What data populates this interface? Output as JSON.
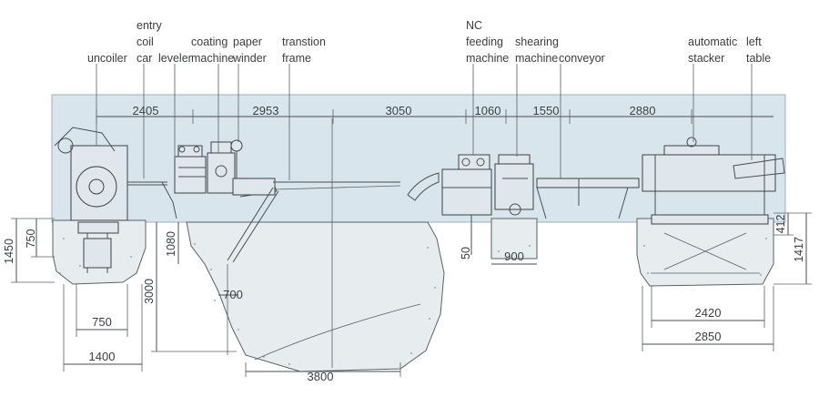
{
  "colors": {
    "background": "#ffffff",
    "band": "#d9e5ec",
    "line": "#4a4f55",
    "text": "#3a3f44"
  },
  "labels": {
    "uncoiler": "uncoiler",
    "entry_coil_car": [
      "entry",
      "coil",
      "car"
    ],
    "leveler": "leveler",
    "coating_machine": [
      "coating",
      "machine"
    ],
    "paper_winder": [
      "paper",
      "winder"
    ],
    "transition_frame": [
      "transtion",
      "frame"
    ],
    "nc_feeding_machine": [
      "NC",
      "feeding",
      "machine"
    ],
    "shearing_machine": [
      "shearing",
      "machine"
    ],
    "conveyor": "conveyor",
    "automatic_stacker": [
      "automatic",
      "stacker"
    ],
    "left_table": [
      "left",
      "table"
    ]
  },
  "dimensions": {
    "top": [
      "2405",
      "2953",
      "3050",
      "1060",
      "1550",
      "2880"
    ],
    "uncoiler_pit_height": "1450",
    "uncoiler_pit_depth": "750",
    "uncoiler_width_inner": "750",
    "uncoiler_width_outer": "1400",
    "leveler_height": "1080",
    "pit_depth": "3000",
    "pit_step": "700",
    "pit_width": "3800",
    "feeder_step": "50",
    "shear_pit_width": "900",
    "stacker_width_inner": "2420",
    "stacker_width_outer": "2850",
    "stacker_height_small": "412",
    "stacker_height_large": "1417"
  }
}
